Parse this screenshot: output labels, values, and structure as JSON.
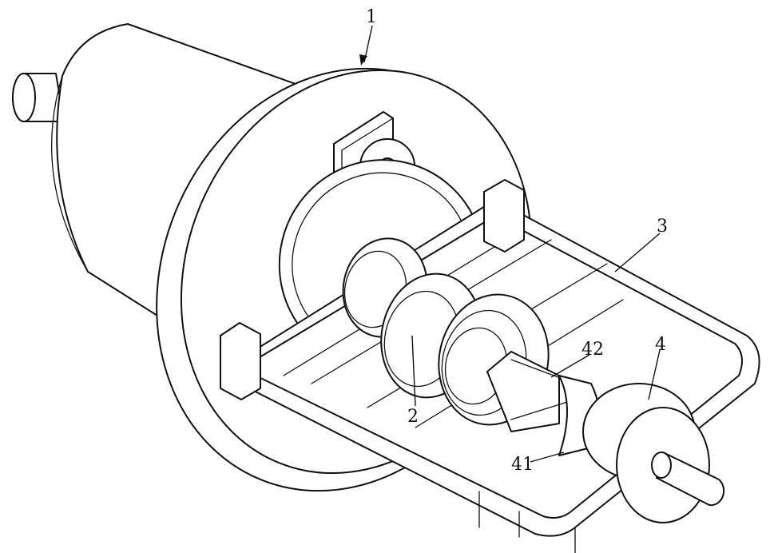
{
  "figure": {
    "labels": {
      "housing": "1",
      "drum": "2",
      "frame": "3",
      "hub": "4",
      "hub_cone": "41",
      "hub_blade": "42"
    }
  }
}
